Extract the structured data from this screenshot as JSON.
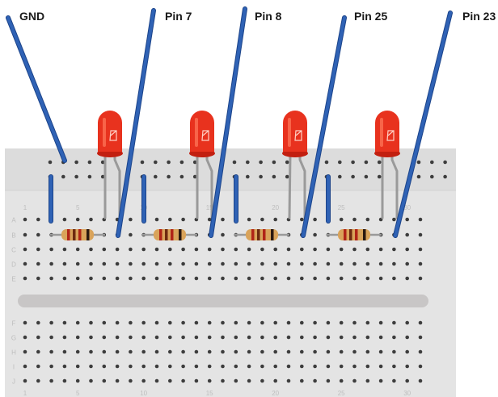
{
  "labels": {
    "gnd": "GND",
    "pin7": "Pin 7",
    "pin8": "Pin 8",
    "pin25": "Pin 25",
    "pin23": "Pin 23"
  },
  "row_letters": [
    "A",
    "B",
    "C",
    "D",
    "E",
    "F",
    "G",
    "H",
    "I",
    "J"
  ],
  "column_numbers": [
    "1",
    "5",
    "10",
    "15",
    "20",
    "25",
    "30"
  ],
  "colors": {
    "board": "#e4e4e4",
    "board_edge": "#d2d2d2",
    "channel": "#c8c6c6",
    "hole": "#3d3d3d",
    "wire": "#2f62b5",
    "wire_edge": "#1c448a",
    "led": "#e8321e",
    "led_light": "#ff7a5c",
    "lead": "#9a9a9a",
    "resistor": "#d9a35a",
    "band1": "#b02418",
    "band2": "#6e2a10",
    "band3": "#2a1810"
  }
}
